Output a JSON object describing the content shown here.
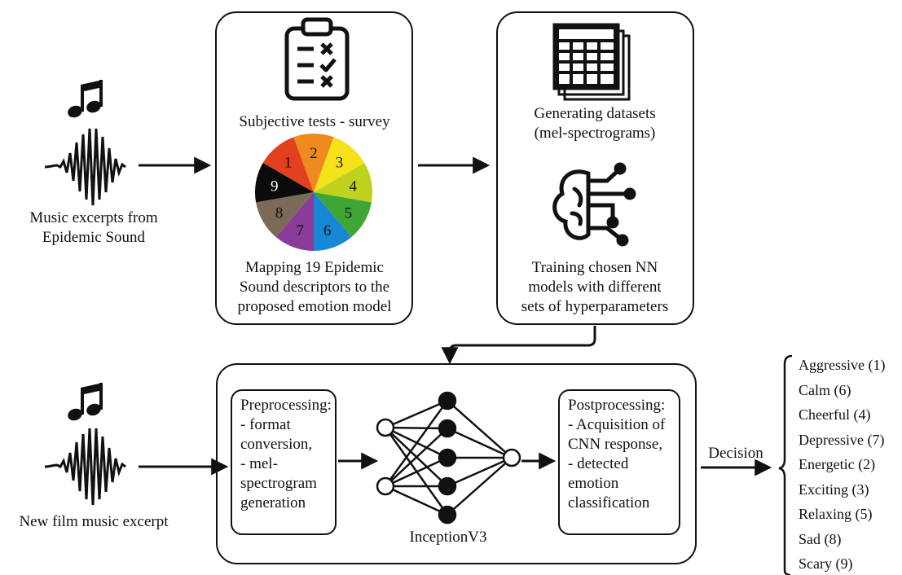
{
  "input_top_label": "Music excerpts from\nEpidemic Sound",
  "survey_label": "Subjective tests - survey",
  "wheel_numbers": [
    "1",
    "2",
    "3",
    "4",
    "5",
    "6",
    "7",
    "8",
    "9"
  ],
  "mapping_label": "Mapping 19 Epidemic\nSound descriptors to the\nproposed emotion model",
  "datasets_label": "Generating datasets\n(mel-spectrograms)",
  "training_label": "Training chosen NN\nmodels with different\nsets of hyperparameters",
  "input_bottom_label": "New film music excerpt",
  "preprocessing_label": "Preprocessing:\n- format\nconversion,\n- mel-\nspectrogram\ngeneration",
  "network_label": "InceptionV3",
  "postprocessing_label": "Postprocessing:\n- Acquisition of\nCNN response,\n- detected\nemotion\nclassification",
  "decision_label": "Decision",
  "emotions": [
    "Aggressive (1)",
    "Calm (6)",
    "Cheerful (4)",
    "Depressive (7)",
    "Energetic (2)",
    "Exciting (3)",
    "Relaxing (5)",
    "Sad (8)",
    "Scary (9)"
  ],
  "colors": {
    "wheel": [
      "#e2401f",
      "#ef8a1e",
      "#f6e219",
      "#bfd31e",
      "#3fa535",
      "#1788d6",
      "#8a3c9a",
      "#7b6a57",
      "#0b0b0b"
    ]
  }
}
